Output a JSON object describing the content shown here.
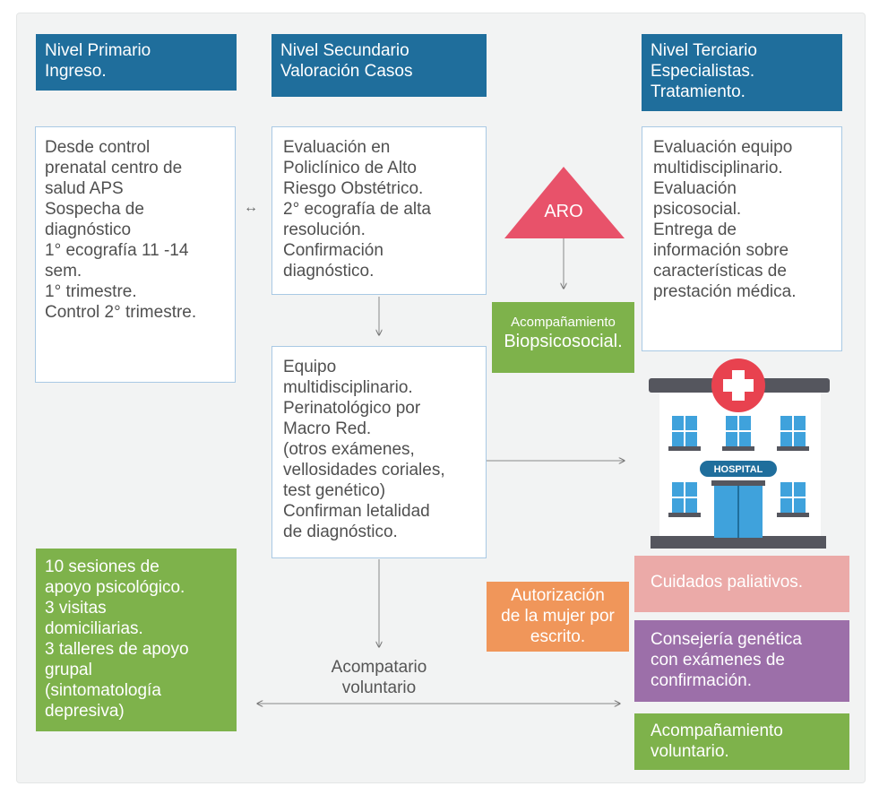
{
  "headers": {
    "primary": "Nivel Primario\nIngreso.",
    "secondary": "Nivel Secundario\nValoración Casos",
    "tertiary": "Nivel Terciario\nEspecialistas.\nTratamiento."
  },
  "boxes": {
    "primary": " Desde control\nprenatal centro de\nsalud APS\nSospecha de\ndiagnóstico\n1° ecografía 11 -14\nsem.\n 1° trimestre.\nControl 2° trimestre.",
    "secondary": "Evaluación en\nPoliclínico de Alto\nRiesgo Obstétrico.\n2° ecografía de alta\nresolución.\nConfirmación\ndiagnóstico.",
    "tertiary": "Evaluación equipo\nmultidisciplinario.\nEvaluación\npsicosocial.\nEntrega de\ninformación sobre\ncaracterísticas de\nprestación médica.",
    "team": "Equipo\nmultidisciplinario.\nPerinatológico por\nMacro Red.\n(otros exámenes,\nvellosidades coriales,\ntest genético)\nConfirman letalidad\nde diagnóstico."
  },
  "aro": "ARO",
  "acompanamiento": {
    "line1": "Acompañamiento",
    "line2": "Biopsicosocial."
  },
  "hospital_sign": "HOSPITAL",
  "support": "10 sesiones de\napoyo psicológico.\n3 visitas\ndomiciliarias.\n3 talleres de apoyo\ngrupal\n(sintomatología\ndepresiva)",
  "autorizacion": "Autorización\nde la mujer por\nescrito.",
  "acompanar_label": "Acompatario\nvoluntario",
  "right_boxes": {
    "palliative": "Cuidados paliativos.",
    "genetic": "Consejería genética\ncon exámenes de\nconfirmación.",
    "voluntary": "Acompañamiento\nvoluntario."
  },
  "double_arrow_glyph": "↔",
  "colors": {
    "header_blue": "#1f6e9c",
    "box_border": "#a9c9e4",
    "green": "#7eb24b",
    "orange": "#f0965a",
    "pink": "#ebaaa8",
    "purple": "#9c6fa9",
    "aro_red": "#e8526a",
    "hospital_roof": "#55565e"
  }
}
